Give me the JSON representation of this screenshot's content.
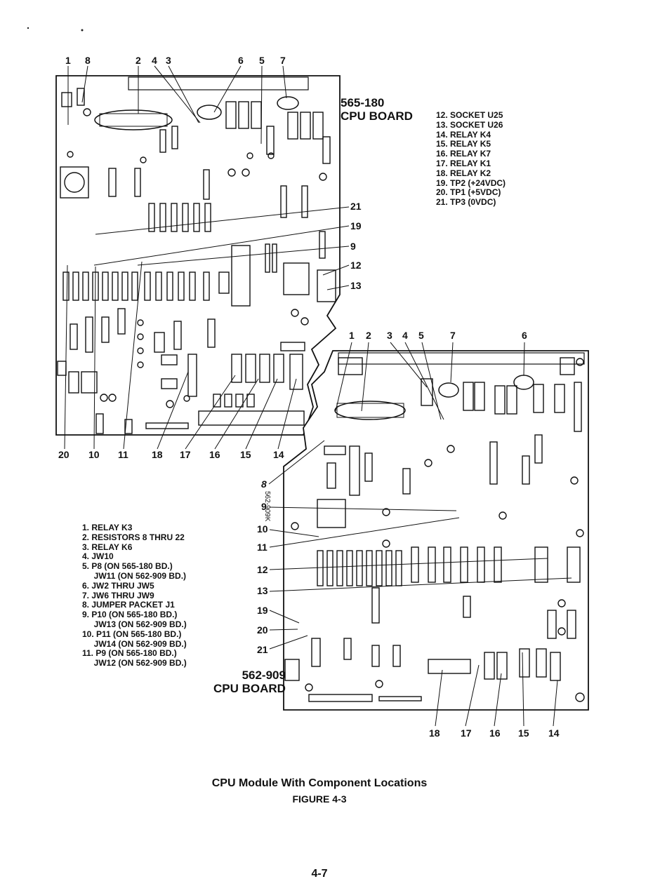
{
  "upper_board": {
    "title_lines": [
      "565-180",
      "CPU BOARD"
    ],
    "top_callouts": [
      "1",
      "8",
      "2",
      "4",
      "3",
      "6",
      "5",
      "7"
    ],
    "bottom_callouts": [
      "20",
      "10",
      "11",
      "18",
      "17",
      "16",
      "15",
      "14"
    ],
    "right_callouts": [
      "21",
      "19",
      "9",
      "12",
      "13"
    ]
  },
  "lower_board": {
    "title_lines": [
      "562-909",
      "CPU BOARD"
    ],
    "silkscreen": "562-909K",
    "top_callouts": [
      "1",
      "2",
      "3",
      "4",
      "5",
      "7",
      "6"
    ],
    "left_callouts": [
      "8",
      "9",
      "10",
      "11",
      "12",
      "13",
      "19",
      "20",
      "21"
    ],
    "bottom_callouts": [
      "18",
      "17",
      "16",
      "15",
      "14"
    ]
  },
  "legend_left": [
    "1.  RELAY K3",
    "2.  RESISTORS 8 THRU 22",
    "3.  RELAY K6",
    "4.  JW10",
    "5.  P8 (ON 565-180 BD.)",
    "     JW11 (ON 562-909 BD.)",
    "6.  JW2 THRU JW5",
    "7.  JW6 THRU JW9",
    "8.  JUMPER PACKET J1",
    "9.  P10 (ON 565-180 BD.)",
    "     JW13 (ON 562-909 BD.)",
    "10. P11 (ON 565-180 BD.)",
    "     JW14 (ON 562-909 BD.)",
    "11. P9 (ON 565-180 BD.)",
    "     JW12 (ON 562-909 BD.)"
  ],
  "legend_right": [
    "12. SOCKET U25",
    "13. SOCKET U26",
    "14. RELAY K4",
    "15. RELAY K5",
    "16. RELAY K7",
    "17. RELAY K1",
    "18. RELAY K2",
    "19. TP2 (+24VDC)",
    "20. TP1 (+5VDC)",
    "21. TP3 (0VDC)"
  ],
  "caption": "CPU Module With Component Locations",
  "figure_label": "FIGURE 4-3",
  "page_number": "4-7"
}
